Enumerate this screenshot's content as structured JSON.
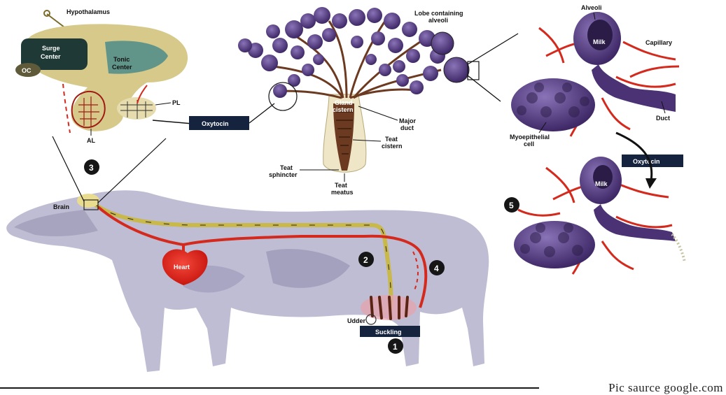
{
  "labels": {
    "hypothalamus": "Hypothalamus",
    "surge_center_1": "Surge",
    "surge_center_2": "Center",
    "oc": "OC",
    "tonic_center_1": "Tonic",
    "tonic_center_2": "Center",
    "pl": "PL",
    "al": "AL",
    "oxytocin_left": "Oxytocin",
    "lobe_1": "Lobe containing",
    "lobe_2": "alveoli",
    "gland_1": "Gland",
    "gland_2": "cistern",
    "major_1": "Major",
    "major_2": "duct",
    "teat_cistern_1": "Teat",
    "teat_cistern_2": "cistern",
    "teat_sphincter_1": "Teat",
    "teat_sphincter_2": "sphincter",
    "teat_meatus_1": "Teat",
    "teat_meatus_2": "meatus",
    "alveoli": "Alveoli",
    "milk_top": "Milk",
    "capillary": "Capillary",
    "duct": "Duct",
    "myo_1": "Myoepithelial",
    "myo_2": "cell",
    "oxytocin_right": "Oxytocin",
    "milk_bottom": "Milk",
    "brain": "Brain",
    "heart": "Heart",
    "udder": "Udder",
    "suckling": "Suckling"
  },
  "steps": [
    "1",
    "2",
    "3",
    "4",
    "5"
  ],
  "source": "Pic saurce google.com",
  "colors": {
    "nerve": "#c9b84a",
    "blood": "#d42a1e",
    "alveoli": "#5a3f86",
    "cow": "#b7b4cc",
    "heart": "#e8241b",
    "pituitary": "#d6c98a",
    "label_box": "#16233f"
  }
}
